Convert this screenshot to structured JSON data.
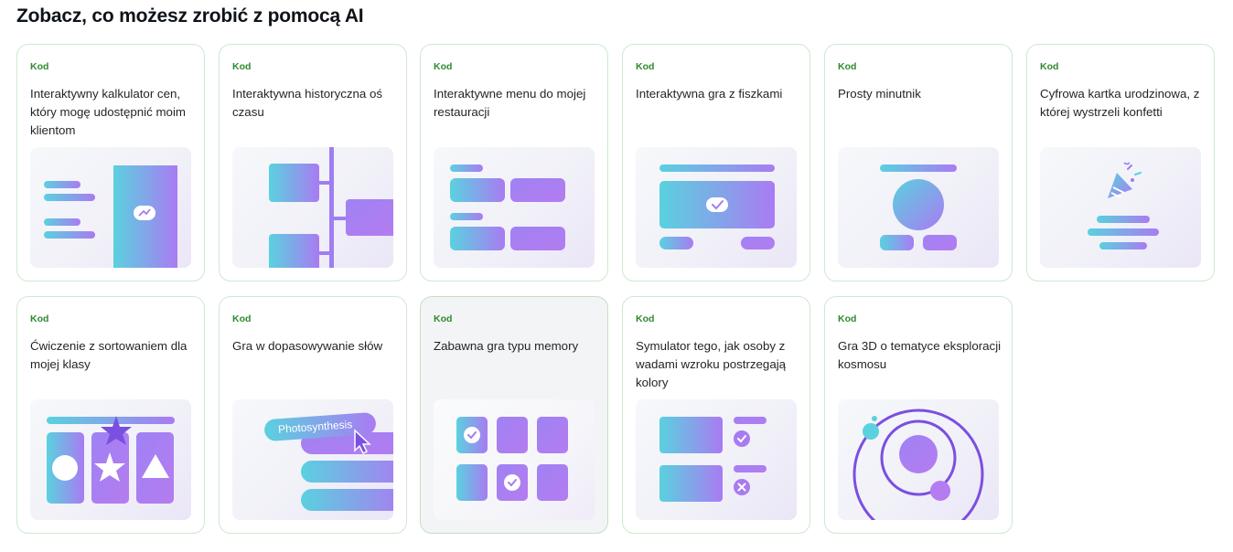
{
  "page": {
    "title": "Zobacz, co możesz zrobić z pomocą AI"
  },
  "cards": [
    {
      "badge": "Kod",
      "title": "Interaktywny kalkulator cen, który mogę udostępnić moim klientom",
      "illustration": "price-calculator-illustration"
    },
    {
      "badge": "Kod",
      "title": "Interaktywna historyczna oś czasu",
      "illustration": "timeline-illustration"
    },
    {
      "badge": "Kod",
      "title": "Interaktywne menu do mojej restauracji",
      "illustration": "restaurant-menu-illustration"
    },
    {
      "badge": "Kod",
      "title": "Interaktywna gra z fiszkami",
      "illustration": "flashcards-illustration"
    },
    {
      "badge": "Kod",
      "title": "Prosty minutnik",
      "illustration": "timer-illustration"
    },
    {
      "badge": "Kod",
      "title": "Cyfrowa kartka urodzinowa, z której wystrzeli konfetti",
      "illustration": "party-popper-illustration"
    },
    {
      "badge": "Kod",
      "title": "Ćwiczenie z sortowaniem dla mojej klasy",
      "illustration": "shape-sorting-illustration"
    },
    {
      "badge": "Kod",
      "title": "Gra w dopasowywanie słów",
      "illustration": "word-matching-illustration",
      "word": "Photosynthesis"
    },
    {
      "badge": "Kod",
      "title": "Zabawna gra typu memory",
      "illustration": "memory-game-illustration"
    },
    {
      "badge": "Kod",
      "title": "Symulator tego, jak osoby z wadami wzroku postrzegają kolory",
      "illustration": "color-vision-illustration"
    },
    {
      "badge": "Kod",
      "title": "Gra 3D o tematyce eksploracji kosmosu",
      "illustration": "space-orbit-illustration"
    }
  ],
  "colors": {
    "teal": "#5ad1df",
    "purple": "#a97bf2",
    "deep_purple": "#7b4fe0",
    "badge_green": "#2e8a2e",
    "card_border": "#cfe8cf"
  }
}
